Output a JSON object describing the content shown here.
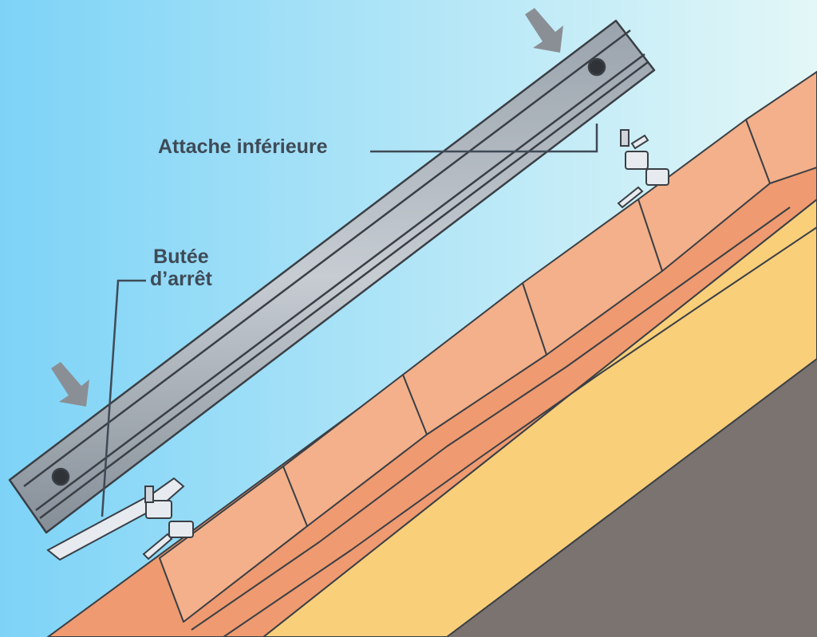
{
  "labels": {
    "attache_inferieure": "Attache inférieure",
    "butee_line1": "Butée",
    "butee_line2": "d’arrêt"
  },
  "colors": {
    "sky_left": "#7dd3f7",
    "sky_right": "#e3f7f7",
    "tile": "#f3b08a",
    "tile_dark": "#ef9a70",
    "batten": "#f9cf7a",
    "roof_underlay": "#7a7370",
    "rail": "#8b949e",
    "outline": "#3a3f45",
    "arrow": "#8a8f95",
    "text": "#3f4a57"
  },
  "icons": [
    "down-right-arrow-icon",
    "down-right-arrow-icon"
  ]
}
